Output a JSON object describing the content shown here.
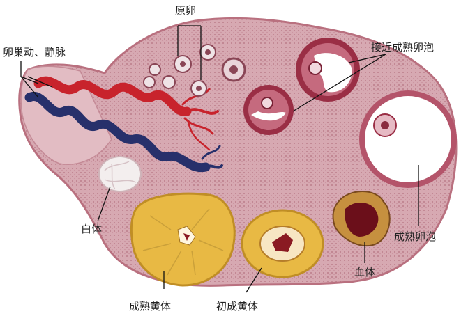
{
  "labels": {
    "oocyte": "原卵",
    "vessels": "卵巢动、静脉",
    "near_mature": "接近成熟卵泡",
    "corpus_albicans": "白体",
    "mature_follicle": "成熟卵泡",
    "corpus_hemorrhagicum": "血体",
    "corpus_luteum": "成熟黄体",
    "early_corpus_luteum": "初成黄体"
  },
  "colors": {
    "stroma": "#d7a9b2",
    "stroma_border": "#b9707f",
    "artery": "#c8232c",
    "vein": "#27306b",
    "corpus_luteum": "#e8b944",
    "granulosa": "#9a2e45",
    "blood": "#6b0f1a"
  }
}
